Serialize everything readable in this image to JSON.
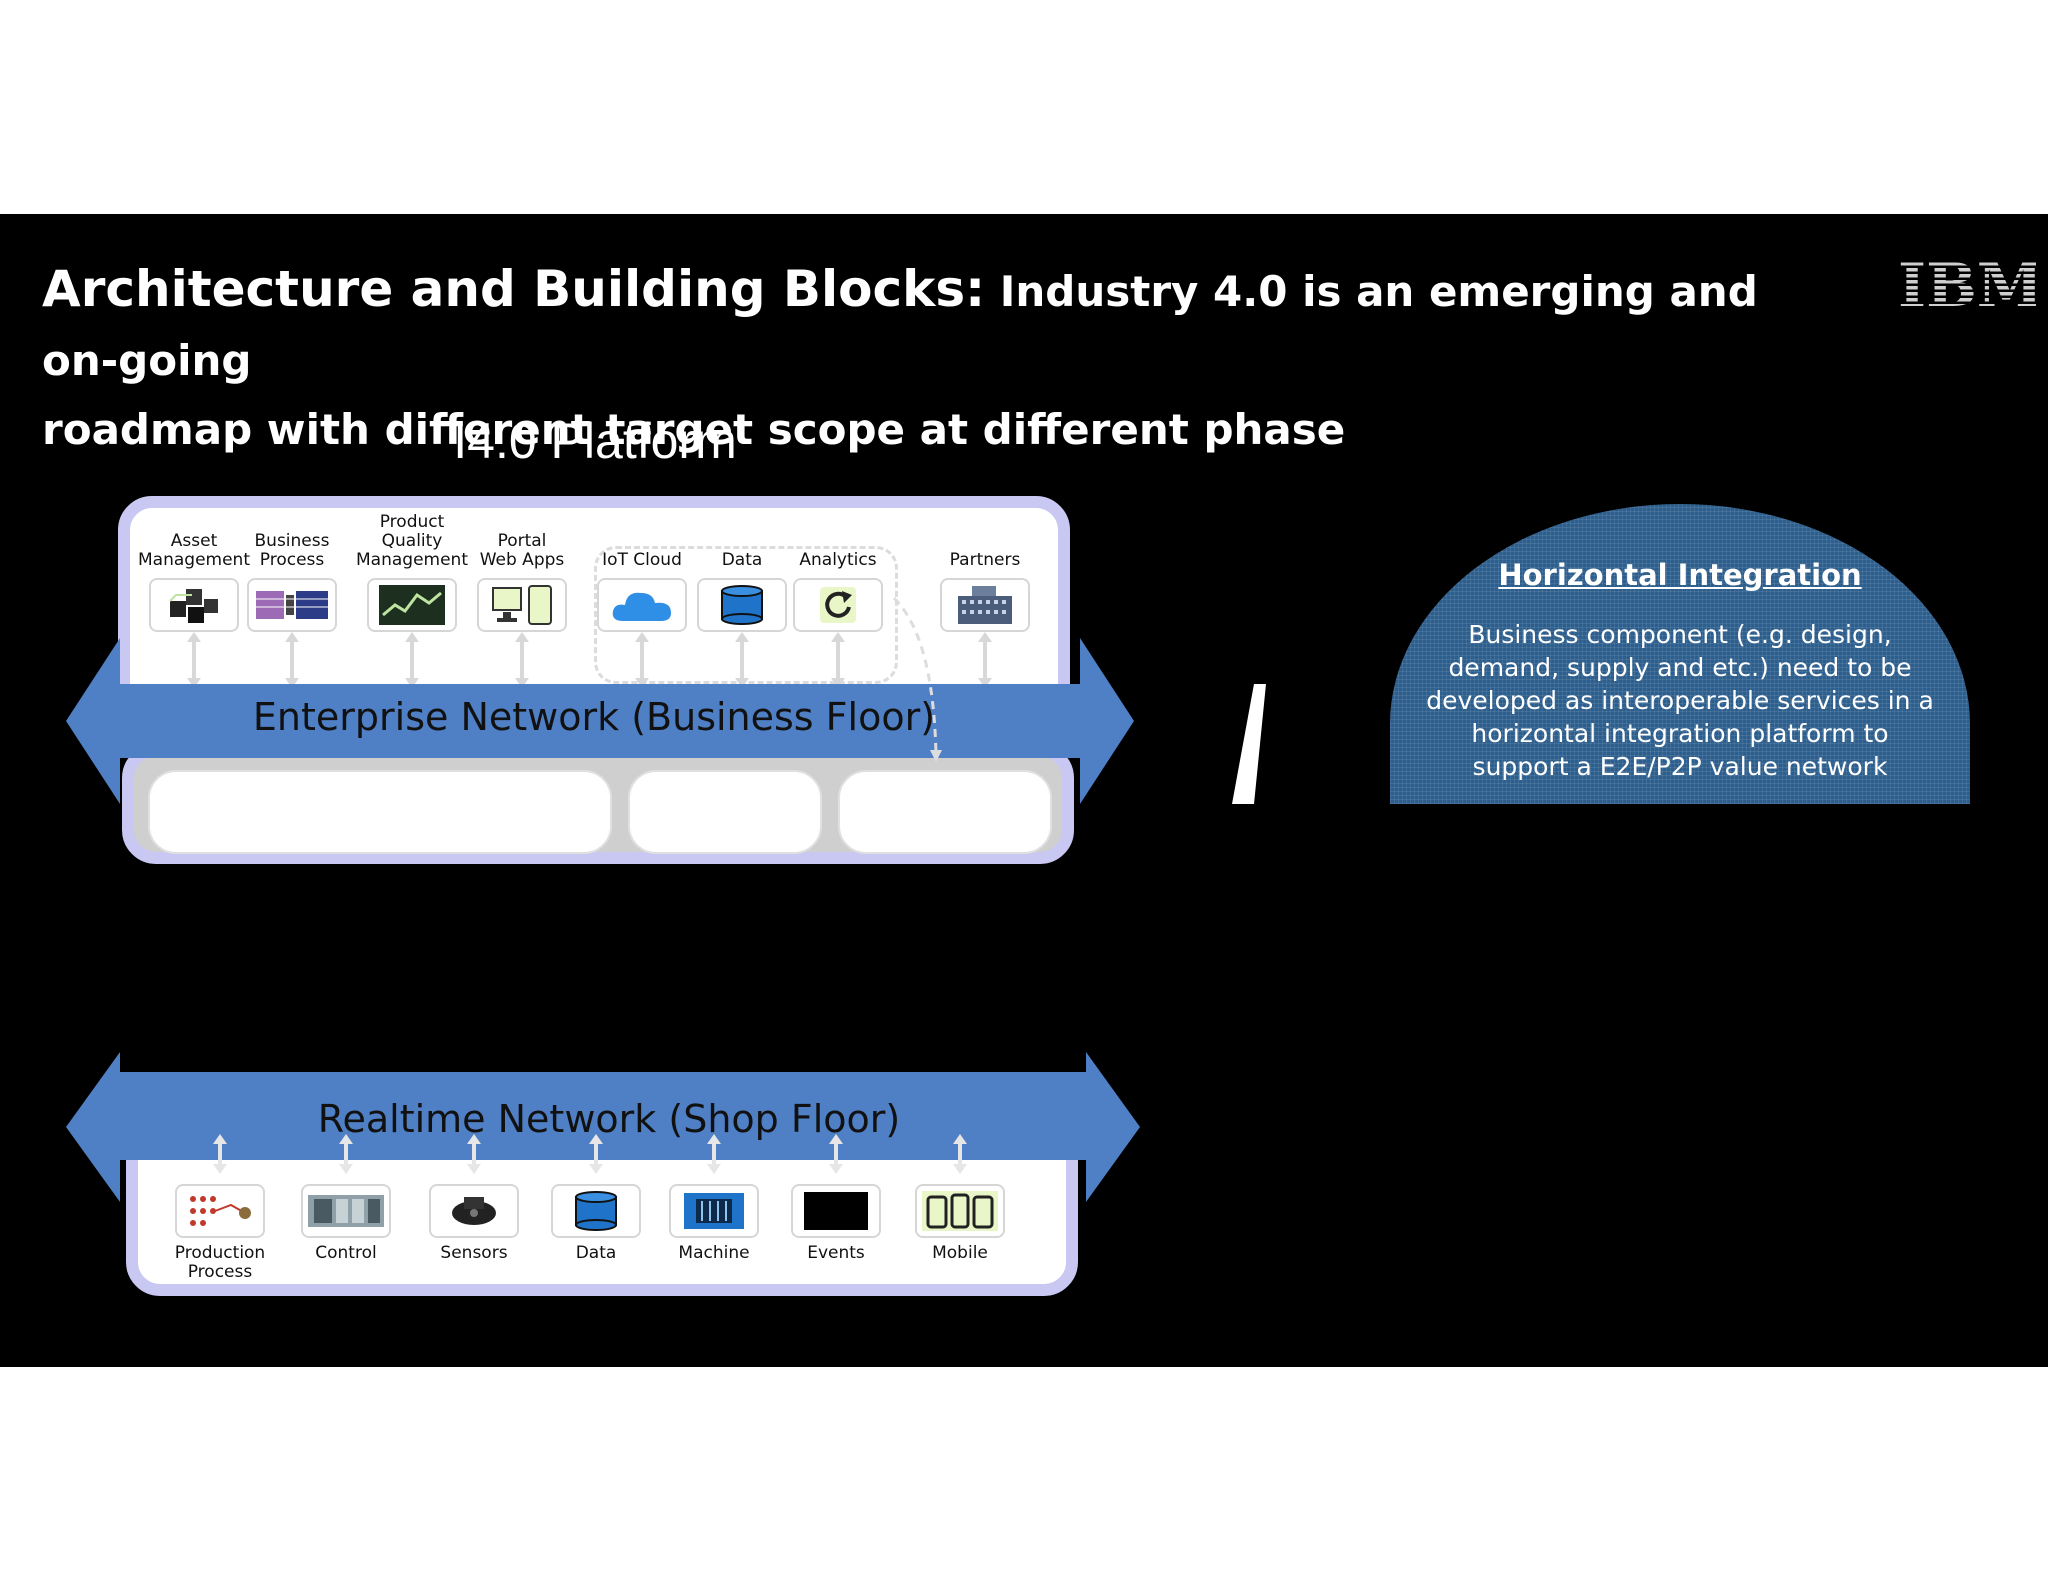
{
  "title": {
    "main": "Architecture and Building Blocks:",
    "sub_line1": " Industry 4.0 is an emerging and on-going",
    "sub_line2": "roadmap with different target scope at different phase"
  },
  "logo": {
    "text": "IBM",
    "icon": "ibm-logo"
  },
  "platform": {
    "label": "I4.0 Platform"
  },
  "enterprise_modules": [
    {
      "label": "Asset\nManagement",
      "icon": "cubes-icon"
    },
    {
      "label": "Business\nProcess",
      "icon": "process-icon"
    },
    {
      "label": "Product\nQuality\nManagement",
      "icon": "chart-icon"
    },
    {
      "label": "Portal\nWeb Apps",
      "icon": "devices-icon"
    },
    {
      "label": "IoT Cloud",
      "icon": "cloud-icon"
    },
    {
      "label": "Data",
      "icon": "database-icon"
    },
    {
      "label": "Analytics",
      "icon": "refresh-icon"
    },
    {
      "label": "Partners",
      "icon": "building-icon"
    }
  ],
  "enterprise_network": {
    "label": "Enterprise Network (Business Floor)"
  },
  "realtime_network": {
    "label": "Realtime Network (Shop Floor)"
  },
  "shop_modules": [
    {
      "label": "Production\nProcess",
      "icon": "production-icon"
    },
    {
      "label": "Control",
      "icon": "plc-icon"
    },
    {
      "label": "Sensors",
      "icon": "sensor-icon"
    },
    {
      "label": "Data",
      "icon": "database-icon"
    },
    {
      "label": "Machine",
      "icon": "machine-icon"
    },
    {
      "label": "Events",
      "icon": "events-icon"
    },
    {
      "label": "Mobile",
      "icon": "mobile-icon"
    }
  ],
  "horizontal_integration": {
    "title": "Horizontal Integration",
    "body": "Business component (e.g. design, demand, supply and etc.) need to be developed as interoperable services in a horizontal integration platform to support a E2E/P2P value network"
  },
  "colors": {
    "network_arrow": "#4f7fc4",
    "panel_border": "#c8c8f2",
    "ellipse": "#2d5f8e"
  }
}
